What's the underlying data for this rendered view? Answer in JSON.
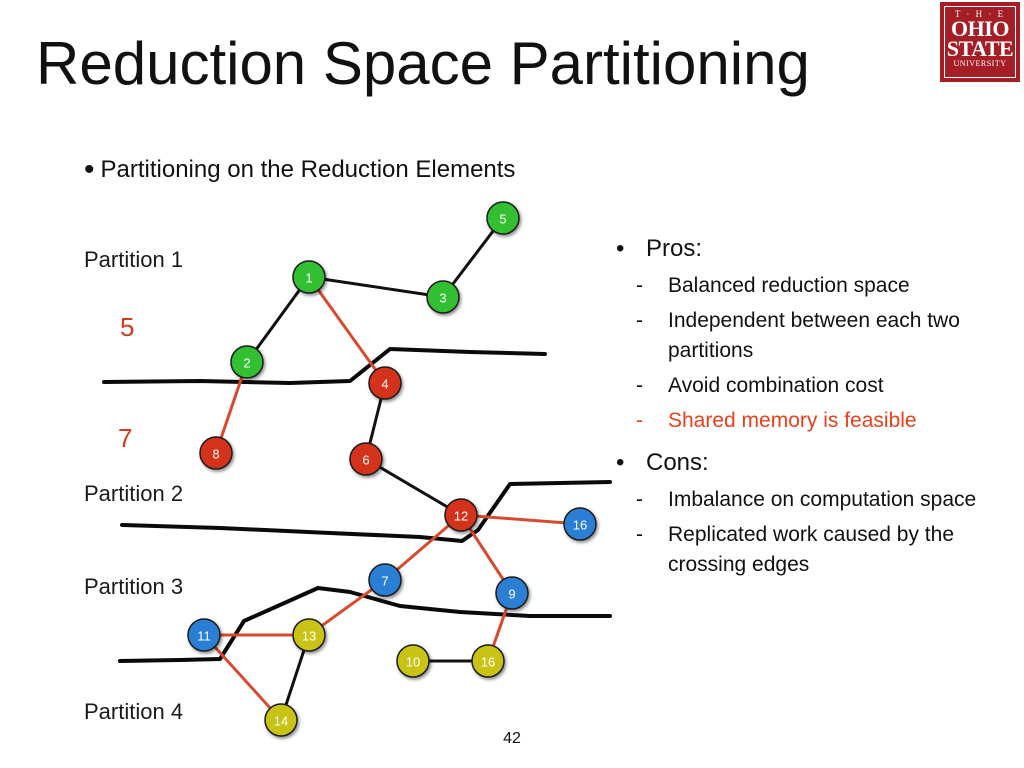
{
  "slide": {
    "title": "Reduction Space Partitioning",
    "subbullet": "Partitioning on the Reduction Elements",
    "page_number": "42"
  },
  "logo": {
    "top": "T · H · E",
    "line1": "OHIO",
    "line2": "STATE",
    "line3": "UNIVERSITY",
    "color": "#a51d25"
  },
  "diagram": {
    "partitions": [
      {
        "label": "Partition 1",
        "count": "5"
      },
      {
        "label": "Partition 2",
        "count": "7"
      },
      {
        "label": "Partition 3"
      },
      {
        "label": "Partition 4"
      }
    ],
    "colors": {
      "green": "#33c033",
      "red": "#d5321f",
      "blue": "#2b7fd4",
      "yellow": "#c9c316",
      "cross_edge": "#d84a2e",
      "edge": "#111111",
      "boundary": "#0a0a0a"
    },
    "nodes": [
      {
        "id": "n5a",
        "label": "5",
        "color": "green"
      },
      {
        "id": "n1",
        "label": "1",
        "color": "green"
      },
      {
        "id": "n3",
        "label": "3",
        "color": "green"
      },
      {
        "id": "n2",
        "label": "2",
        "color": "green"
      },
      {
        "id": "n4",
        "label": "4",
        "color": "red"
      },
      {
        "id": "n8",
        "label": "8",
        "color": "red"
      },
      {
        "id": "n6",
        "label": "6",
        "color": "red"
      },
      {
        "id": "n12",
        "label": "12",
        "color": "red"
      },
      {
        "id": "n16a",
        "label": "16",
        "color": "blue"
      },
      {
        "id": "n7",
        "label": "7",
        "color": "blue"
      },
      {
        "id": "n9",
        "label": "9",
        "color": "blue"
      },
      {
        "id": "n11",
        "label": "11",
        "color": "blue"
      },
      {
        "id": "n13",
        "label": "13",
        "color": "yellow"
      },
      {
        "id": "n10",
        "label": "10",
        "color": "yellow"
      },
      {
        "id": "n16b",
        "label": "16",
        "color": "yellow"
      },
      {
        "id": "n14",
        "label": "14",
        "color": "yellow"
      }
    ],
    "edges": [
      {
        "from": "n1",
        "to": "n3",
        "crossing": false
      },
      {
        "from": "n3",
        "to": "n5a",
        "crossing": false
      },
      {
        "from": "n1",
        "to": "n2",
        "crossing": false
      },
      {
        "from": "n1",
        "to": "n4",
        "crossing": true
      },
      {
        "from": "n2",
        "to": "n8",
        "crossing": true
      },
      {
        "from": "n4",
        "to": "n6",
        "crossing": false
      },
      {
        "from": "n6",
        "to": "n12",
        "crossing": false
      },
      {
        "from": "n12",
        "to": "n16a",
        "crossing": true
      },
      {
        "from": "n12",
        "to": "n7",
        "crossing": true
      },
      {
        "from": "n12",
        "to": "n9",
        "crossing": true
      },
      {
        "from": "n7",
        "to": "n13",
        "crossing": true
      },
      {
        "from": "n11",
        "to": "n13",
        "crossing": true
      },
      {
        "from": "n11",
        "to": "n14",
        "crossing": true
      },
      {
        "from": "n13",
        "to": "n14",
        "crossing": false
      },
      {
        "from": "n10",
        "to": "n16b",
        "crossing": false
      },
      {
        "from": "n9",
        "to": "n16b",
        "crossing": true
      }
    ]
  },
  "pros": {
    "heading": "Pros:",
    "items": [
      {
        "text": "Balanced reduction space",
        "highlight": false
      },
      {
        "text": "Independent between each two partitions",
        "highlight": false
      },
      {
        "text": "Avoid combination cost",
        "highlight": false
      },
      {
        "text": "Shared memory is feasible",
        "highlight": true
      }
    ]
  },
  "cons": {
    "heading": "Cons:",
    "items": [
      {
        "text": "Imbalance on computation space",
        "highlight": false
      },
      {
        "text": "Replicated work caused by the crossing  edges",
        "highlight": false
      }
    ]
  }
}
